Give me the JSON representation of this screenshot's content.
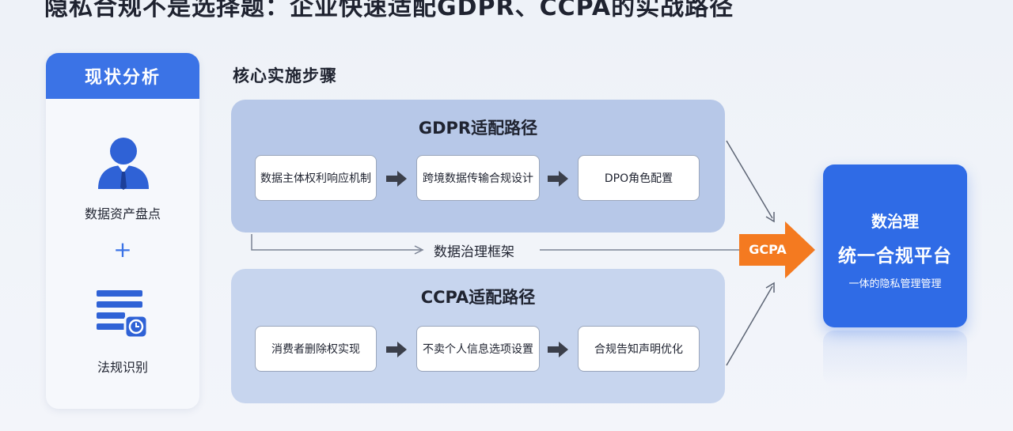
{
  "title": "隐私合规不是选择题：企业快速适配GDPR、CCPA的实战路径",
  "left_panel": {
    "header": "现状分析",
    "item1_label": "数据资产盘点",
    "item2_label": "法规识别",
    "plus": "+"
  },
  "section_title": "核心实施步骤",
  "gdpr": {
    "title": "GDPR适配路径",
    "steps": [
      "数据主体权利响应机制",
      "跨境数据传输合规设计",
      "DPO角色配置"
    ]
  },
  "framework_label": "数据治理框架",
  "ccpa": {
    "title": "CCPA适配路径",
    "steps": [
      "消费者删除权实现",
      "不卖个人信息选项设置",
      "合规告知声明优化"
    ]
  },
  "connector_label": "GCPA",
  "platform": {
    "line1": "数治理",
    "line2": "统一合规平台",
    "line3": "一体的隐私管理管理"
  },
  "colors": {
    "accent_blue": "#3b73e6",
    "platform_blue": "#2f6be6",
    "orange": "#f47a20",
    "gdpr_card": "#b7c8e8",
    "ccpa_card": "#c7d5ee"
  }
}
